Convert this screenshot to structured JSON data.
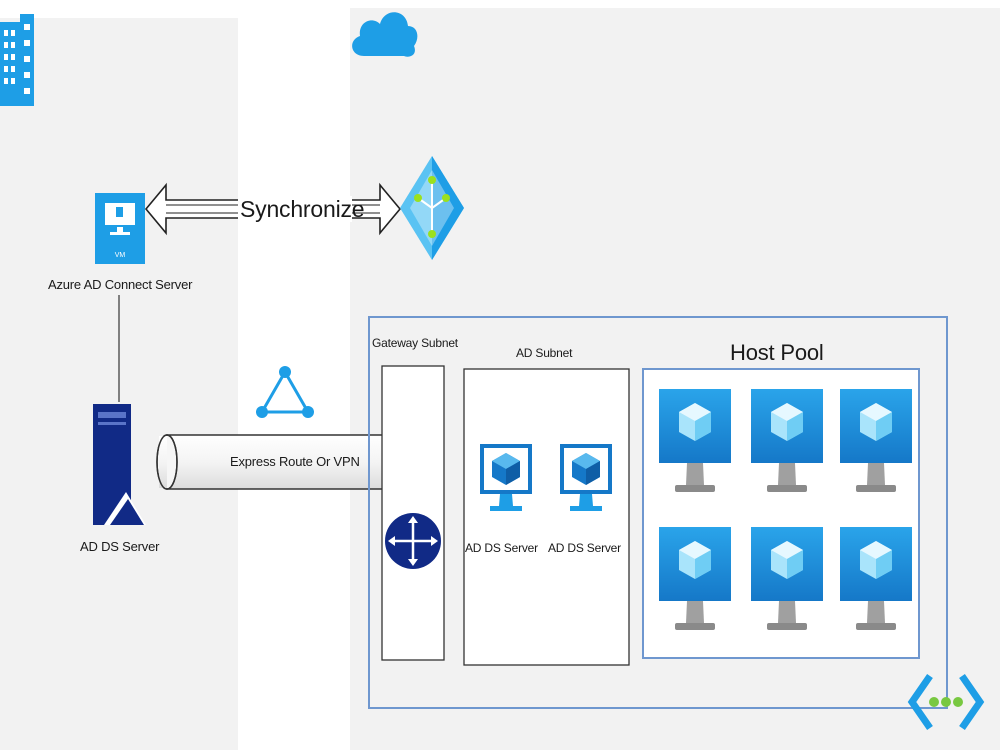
{
  "labels": {
    "synchronize": "Synchronize",
    "aad_connect": "Azure AD Connect Server",
    "ad_ds_onprem": "AD DS Server",
    "express_route": "Express Route Or VPN",
    "gateway_subnet": "Gateway Subnet",
    "ad_subnet": "AD Subnet",
    "host_pool": "Host Pool",
    "ad_ds_azure_1": "AD DS Server",
    "ad_ds_azure_2": "AD DS Server",
    "vm_badge": "VM"
  },
  "icons": {
    "onprem": "building-icon",
    "cloud": "cloud-icon",
    "aad_connect": "monitor-server-icon",
    "azure_ad": "azure-ad-pyramid-icon",
    "expressroute": "expressroute-triangle-icon",
    "onprem_server": "server-tower-icon",
    "gateway": "router-icon",
    "ad_vm": "virtual-machine-icon",
    "host_vm": "virtual-desktop-icon",
    "vnet": "virtual-network-icon"
  },
  "colors": {
    "azure_blue": "#1e9ee6",
    "azure_light": "#52c3f5",
    "navy": "#112a86",
    "vnet_border": "#6f97cf",
    "panel_bg": "#f2f2f2",
    "vnet_green": "#78c841"
  }
}
